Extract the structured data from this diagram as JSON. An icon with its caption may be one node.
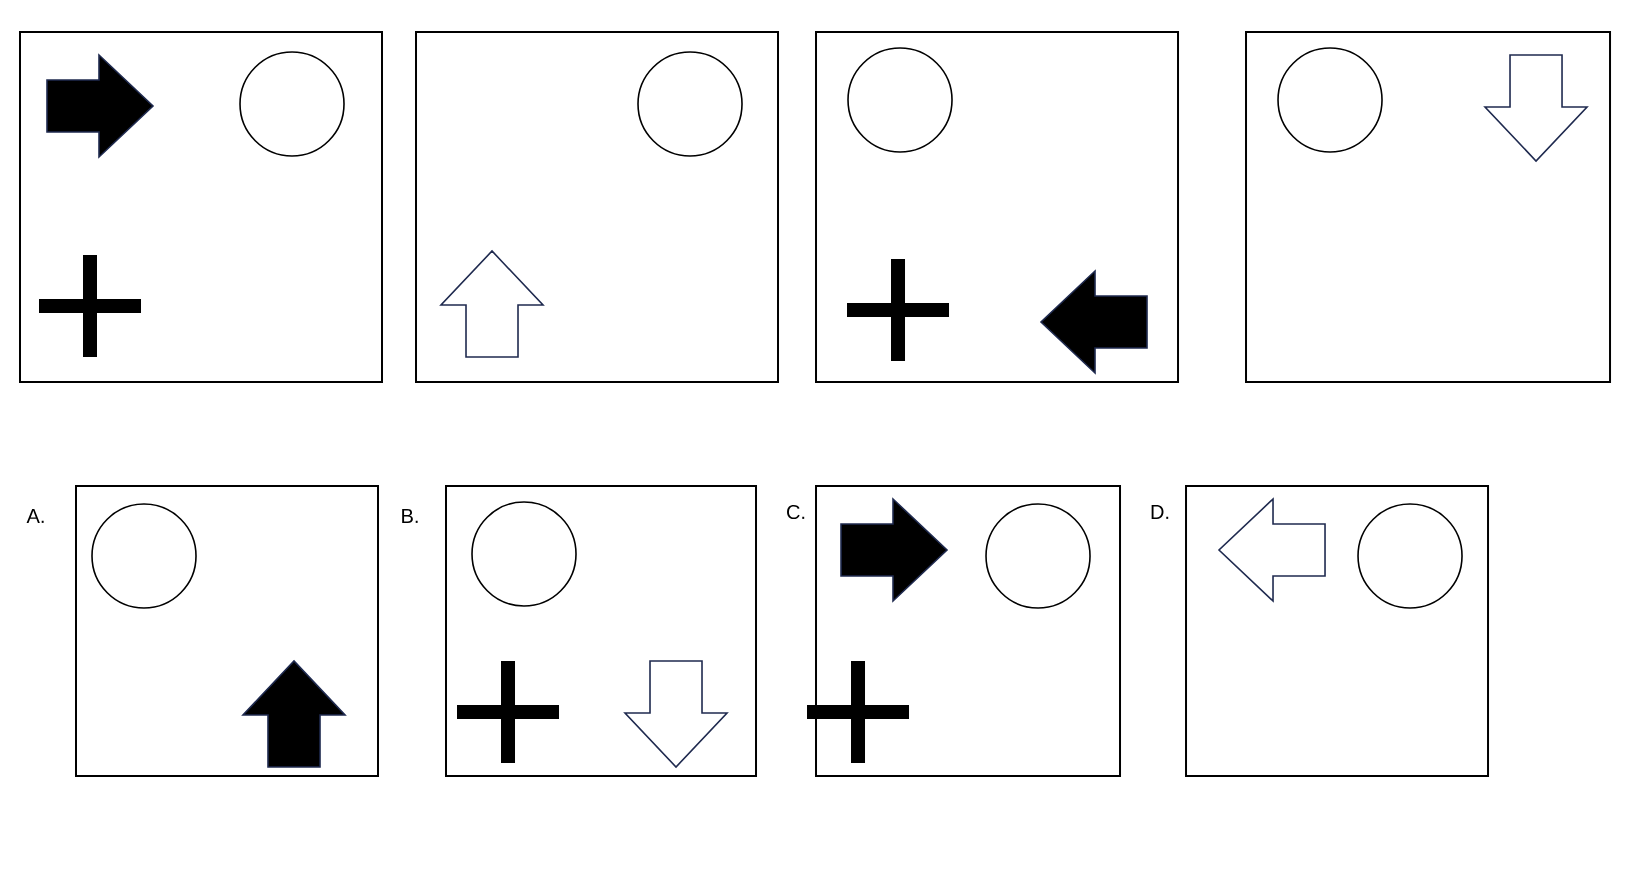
{
  "diagram": {
    "nodes": [
      {
        "text": [],
        "shape": "box"
      },
      {
        "text": [],
        "shape": "box"
      },
      {
        "text": [],
        "shape": "box"
      },
      {
        "text": [],
        "shape": "box"
      },
      {
        "text": [],
        "shape": "box",
        "beside": [
          "A."
        ]
      },
      {
        "text": [],
        "shape": "box",
        "beside": [
          "B."
        ]
      },
      {
        "text": [],
        "shape": "box",
        "beside": [
          "C."
        ]
      },
      {
        "text": [],
        "shape": "box",
        "beside": [
          "D."
        ]
      }
    ]
  }
}
